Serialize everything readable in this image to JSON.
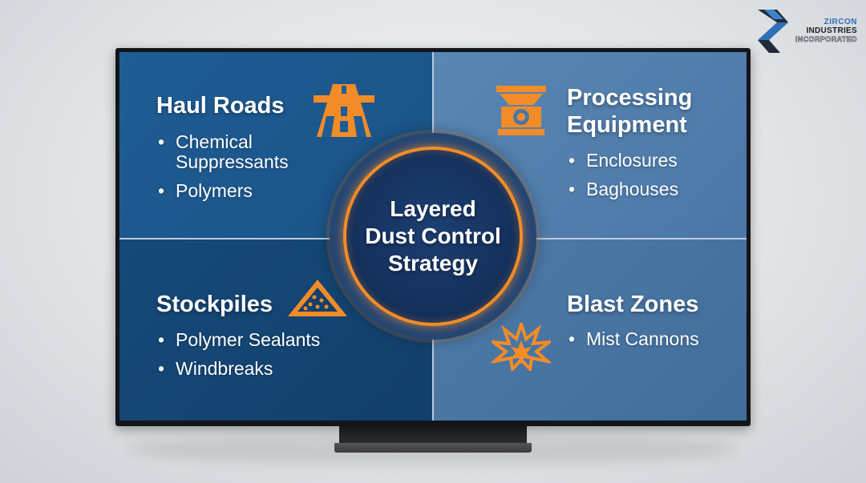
{
  "logo": {
    "line1": "ZIRCON",
    "line2": "INDUSTRIES",
    "line3": "INCORPORATED"
  },
  "center": {
    "title": "Layered\nDust Control\nStrategy"
  },
  "quadrants": {
    "haul_roads": {
      "title": "Haul Roads",
      "icon": "highway-icon",
      "items": [
        "Chemical Suppressants",
        "Polymers"
      ]
    },
    "processing": {
      "title": "Processing Equipment",
      "title_line1": "Processing",
      "title_line2": "Equipment",
      "icon": "crusher-icon",
      "items": [
        "Enclosures",
        "Baghouses"
      ]
    },
    "stockpiles": {
      "title": "Stockpiles",
      "icon": "stockpile-icon",
      "items": [
        "Polymer Sealants",
        "Windbreaks"
      ]
    },
    "blast_zones": {
      "title": "Blast Zones",
      "icon": "explosion-icon",
      "items": [
        "Mist Cannons"
      ]
    }
  },
  "colors": {
    "accent": "#f28c28",
    "quad_tl": "#1f5d95",
    "quad_tr": "#5a86b4",
    "quad_bl": "#164a7a",
    "quad_br": "#4f7ba9",
    "center": "#142f5a"
  }
}
